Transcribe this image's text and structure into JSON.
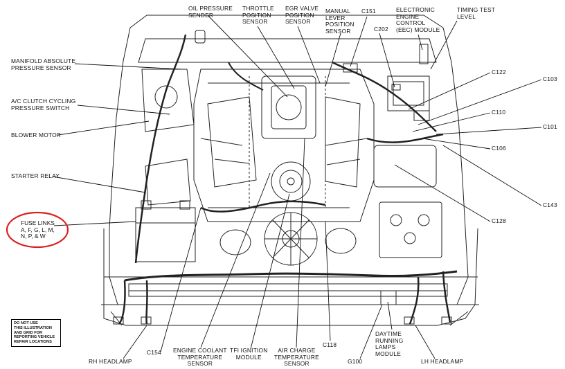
{
  "labels": {
    "oil_pressure_sender": "OIL PRESSURE\nSENDER",
    "throttle_position_sensor": "THROTTLE\nPOSITION\nSENSOR",
    "egr_valve_position_sensor": "EGR VALVE\nPOSITION\nSENSOR",
    "manual_lever_position_sensor": "MANUAL\nLEVER\nPOSITION\nSENSOR",
    "c151": "C151",
    "c202": "C202",
    "eec_module": "ELECTRONIC\nENGINE\nCONTROL\n(EEC) MODULE",
    "timing_test_level": "TIMING TEST\nLEVEL",
    "manifold_absolute_pressure_sensor": "MANIFOLD ABSOLUTE\nPRESSURE SENSOR",
    "ac_clutch_cycling_pressure_switch": "A/C CLUTCH CYCLING\nPRESSURE SWITCH",
    "blower_motor": "BLOWER MOTOR",
    "starter_relay": "STARTER RELAY",
    "fuse_links": "FUSE LINKS\nA, F, G, L, M,\nN, P, & W",
    "c122": "C122",
    "c103": "C103",
    "c110": "C110",
    "c101": "C101",
    "c106": "C106",
    "c143": "C143",
    "c128": "C128",
    "rh_headlamp": "RH HEADLAMP",
    "c154": "C154",
    "engine_coolant_temperature_sensor": "ENGINE COOLANT\nTEMPERATURE\nSENSOR",
    "tfi_ignition_module": "TFI IGNITION\nMODULE",
    "air_charge_temperature_sensor": "AIR CHARGE\nTEMPERATURE\nSENSOR",
    "c118": "C118",
    "g100": "G100",
    "daytime_running_lamps_module": "DAYTIME\nRUNNING\nLAMPS\nMODULE",
    "lh_headlamp": "LH HEADLAMP"
  },
  "notice": "DO NOT USE\nTHIS ILLUSTRATION\nAND GRID FOR\nREPORTING VEHICLE\nREPAIR LOCATIONS",
  "colors": {
    "line": "#111111",
    "highlight_circle": "#d9201f"
  }
}
